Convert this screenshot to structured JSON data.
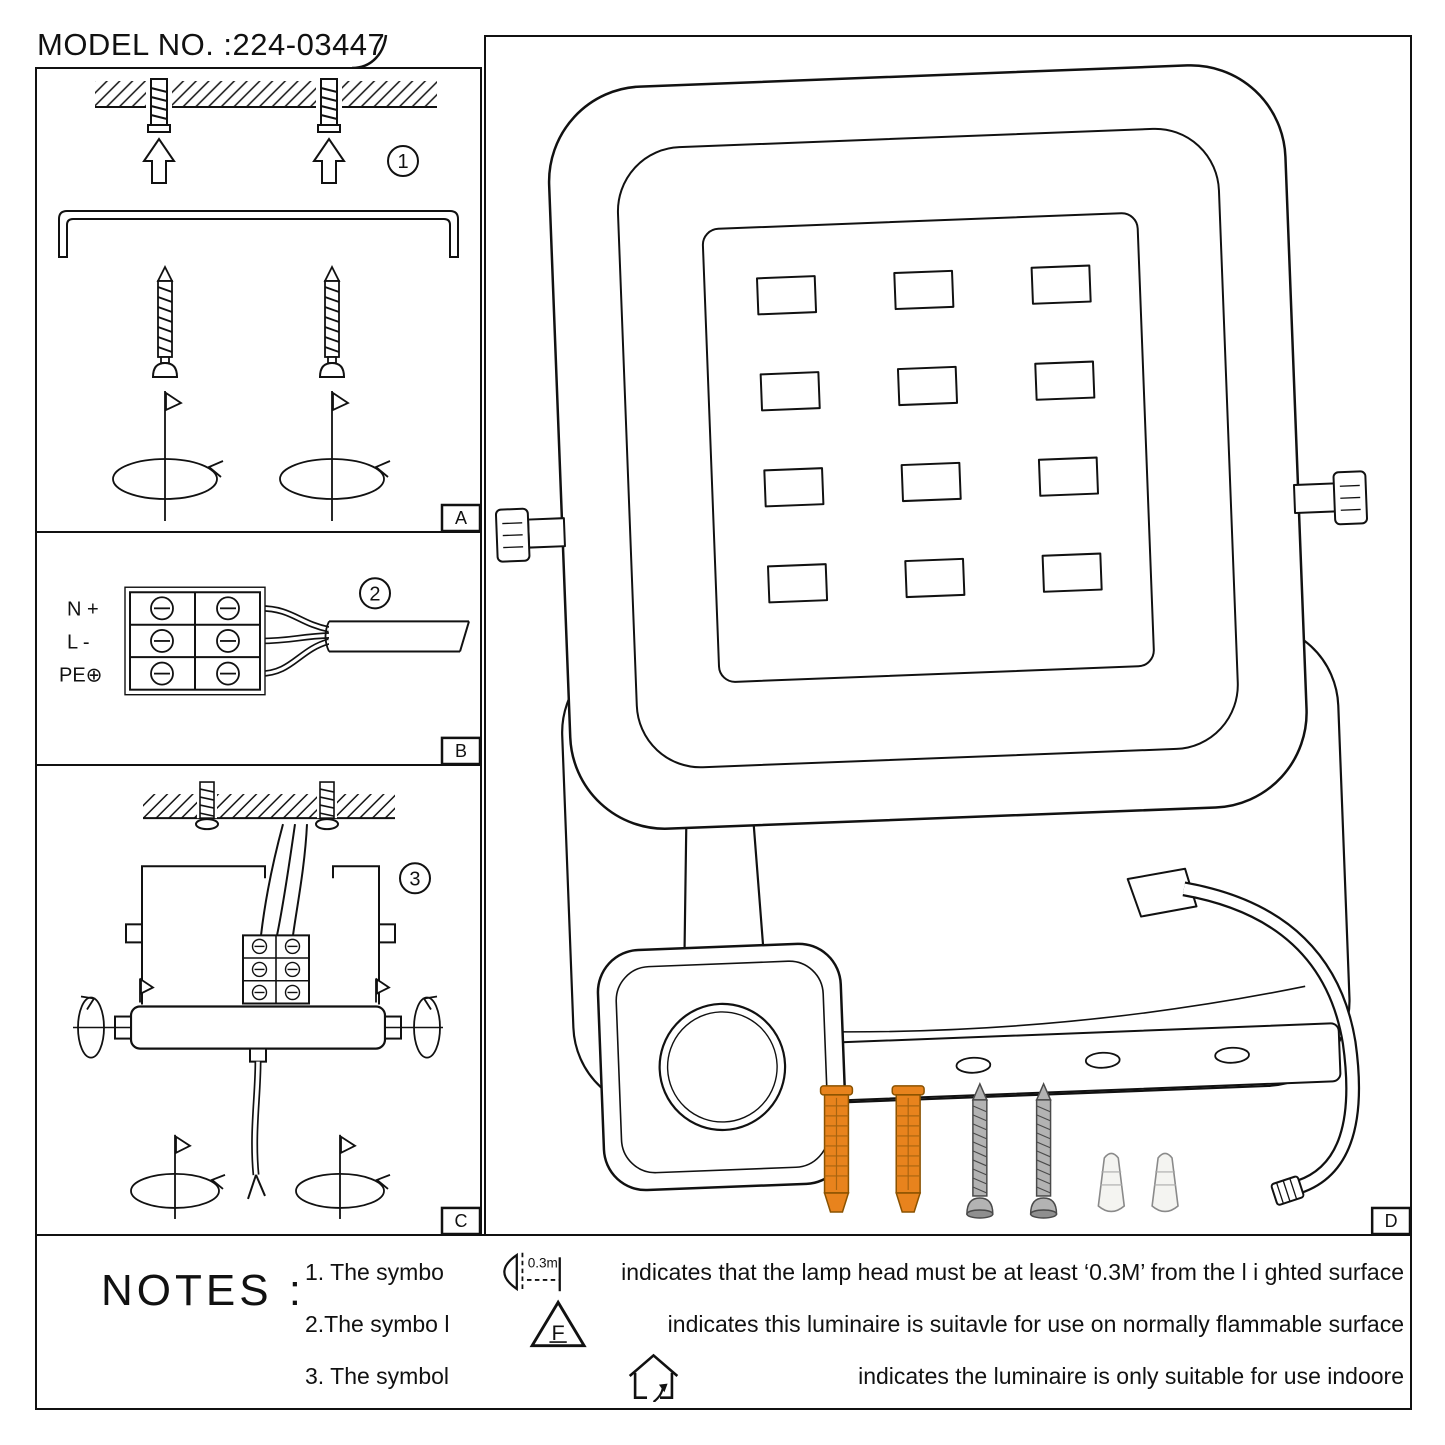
{
  "title": "MODEL NO. :224-03447",
  "steps": {
    "step1": {
      "number": "1",
      "panel_label": "A"
    },
    "step2": {
      "number": "2",
      "panel_label": "B"
    },
    "step3": {
      "number": "3",
      "panel_label": "C"
    },
    "product": {
      "panel_label": "D"
    }
  },
  "wiring": {
    "terminal_n": "N +",
    "terminal_l": "L -",
    "terminal_pe": "PE⊕"
  },
  "notes": {
    "heading": "NOTES :",
    "note1": {
      "prefix": "1. The symbo",
      "symbol_label": "0.3m",
      "text": "indicates that the lamp head must be at least ‘0.3M’ from the l i ghted surface"
    },
    "note2": {
      "prefix": "2.The symbo l",
      "symbol_label": "F",
      "text": "indicates this luminaire is suitavle for use on normally flammable surface"
    },
    "note3": {
      "prefix": "3. The symbol",
      "text": "indicates the luminaire is only suitable for use indoore"
    }
  }
}
